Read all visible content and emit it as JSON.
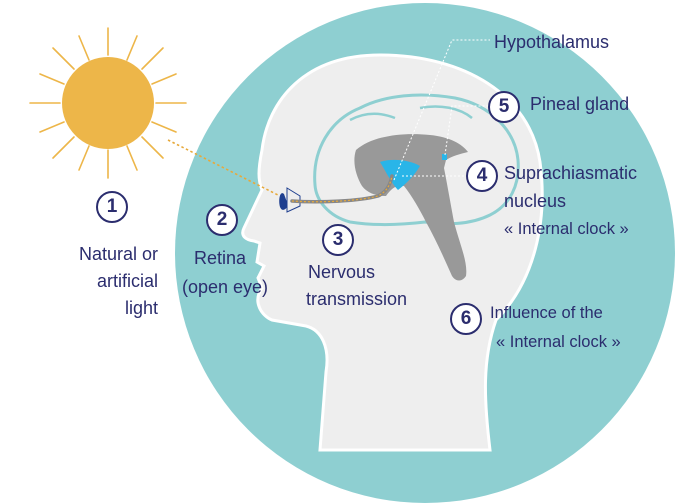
{
  "labels": {
    "hypothalamus": "Hypothalamus",
    "pineal": "Pineal gland",
    "scn_1": "Suprachiasmatic",
    "scn_2": "nucleus",
    "scn_3": "« Internal clock »",
    "light_1": "Natural or",
    "light_2": "artificial",
    "light_3": "light",
    "retina_1": "Retina",
    "retina_2": "(open eye)",
    "nerve_1": "Nervous",
    "nerve_2": "transmission",
    "influence_1": "Influence of the",
    "influence_2": "« Internal clock »"
  },
  "steps": {
    "s1": "1",
    "s2": "2",
    "s3": "3",
    "s4": "4",
    "s5": "5",
    "s6": "6"
  },
  "colors": {
    "circle": "#8ecfd1",
    "head": "#eeeeee",
    "head_outline": "#ffffff",
    "brain_line": "#8ecfd1",
    "brainstem": "#999999",
    "hypothalamus": "#29b5e8",
    "sun": "#edb649",
    "light_path": "#e7a93a",
    "text": "#2b2d6e",
    "eye": "#1f3f8f"
  },
  "icons": [
    "sun-icon",
    "head-silhouette",
    "brain-outline",
    "eye-icon"
  ]
}
